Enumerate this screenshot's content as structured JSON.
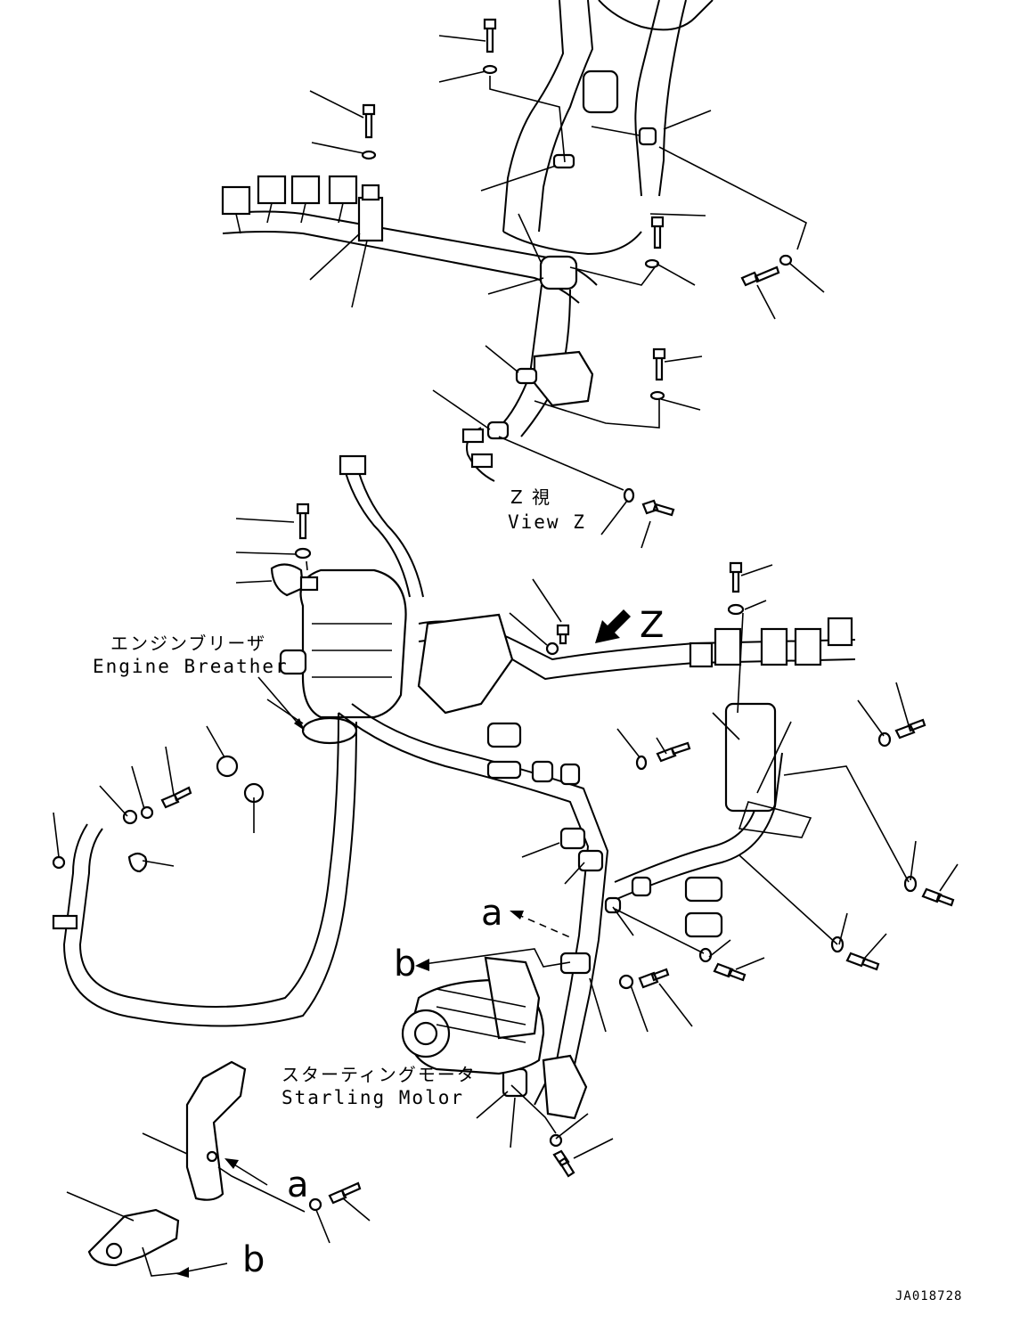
{
  "labels": {
    "view_z_jp": "Z 視",
    "view_z_en": "View Z",
    "z_arrow": "Z",
    "engine_breather_jp": "エンジンブリーザ",
    "engine_breather_en": "Engine Breather",
    "starting_motor_jp": "スターティングモータ",
    "starting_motor_en": "Starling Molor",
    "ref_a_1": "a",
    "ref_b_1": "b",
    "ref_a_2": "a",
    "ref_b_2": "b",
    "drawing_code": "JA018728"
  }
}
